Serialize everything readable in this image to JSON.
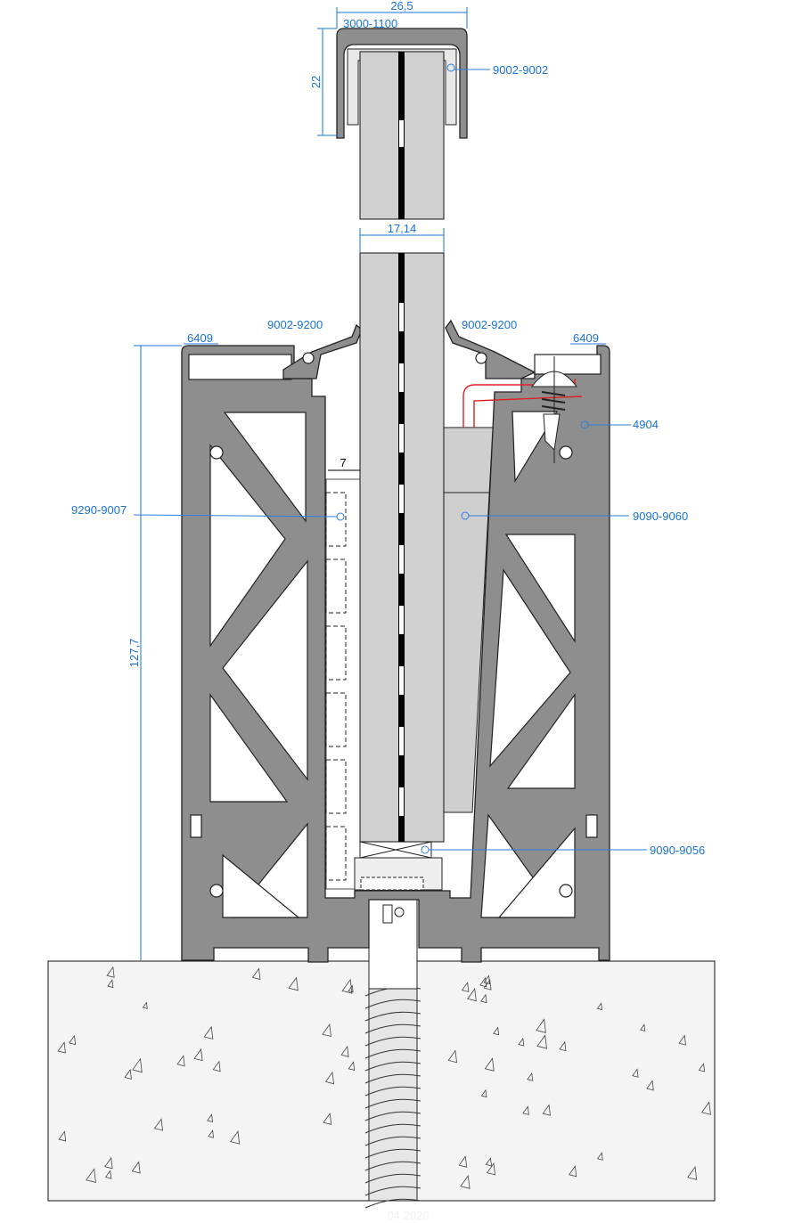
{
  "dimensions": {
    "cap_width": "26,5",
    "cap_height": "22",
    "glass_thickness": "17,14",
    "base_height": "127,7",
    "gap": "7"
  },
  "labels": {
    "cap_profile": "3000-1100",
    "cap_gasket": "9002-9002",
    "gasket_left": "9002-9200",
    "gasket_right": "9002-9200",
    "cover_left": "6409",
    "cover_right": "6409",
    "screw_part": "4904",
    "left_insert": "9290-9007",
    "right_wedge": "9090-9060",
    "setting_block": "9090-9056"
  },
  "footer": {
    "date": "04.2020"
  },
  "colors": {
    "annotation": "#1a73d9",
    "profile": "#8e8e8e",
    "glass": "#d0d0d0",
    "seal": "#e02020"
  }
}
